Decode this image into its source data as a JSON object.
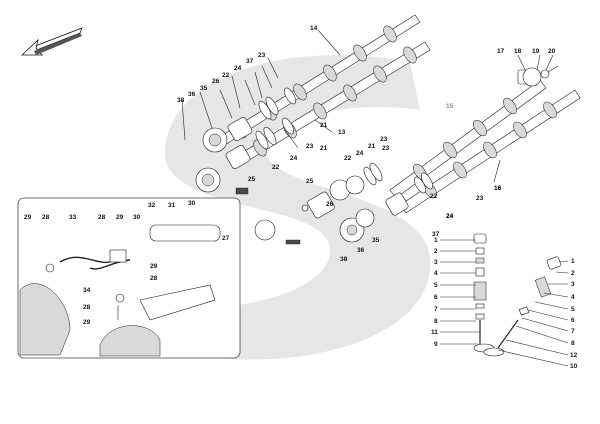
{
  "watermark_color": "#e6e6e6",
  "direction_arrow": {
    "icon": "arrow-front-left-icon"
  },
  "labels": {
    "camshafts": [
      "14",
      "15",
      "16",
      "13"
    ],
    "front_group_left": [
      "38",
      "36",
      "35",
      "26",
      "22",
      "24",
      "37",
      "23",
      "21",
      "25",
      "24",
      "22",
      "23",
      "21"
    ],
    "front_group_right": [
      "25",
      "26",
      "22",
      "24",
      "21",
      "23",
      "22",
      "24",
      "37",
      "23",
      "35",
      "36",
      "38"
    ],
    "rear_right": [
      "17",
      "18",
      "19",
      "20",
      "23",
      "16",
      "24"
    ],
    "inset": [
      "29",
      "28",
      "33",
      "28",
      "29",
      "30",
      "32",
      "31",
      "30",
      "27",
      "29",
      "28",
      "34",
      "28",
      "29"
    ],
    "valve_left": [
      "1",
      "2",
      "3",
      "4",
      "5",
      "6",
      "7",
      "8",
      "11",
      "9"
    ],
    "valve_right": [
      "1",
      "2",
      "3",
      "4",
      "5",
      "6",
      "7",
      "8",
      "12",
      "10"
    ]
  }
}
